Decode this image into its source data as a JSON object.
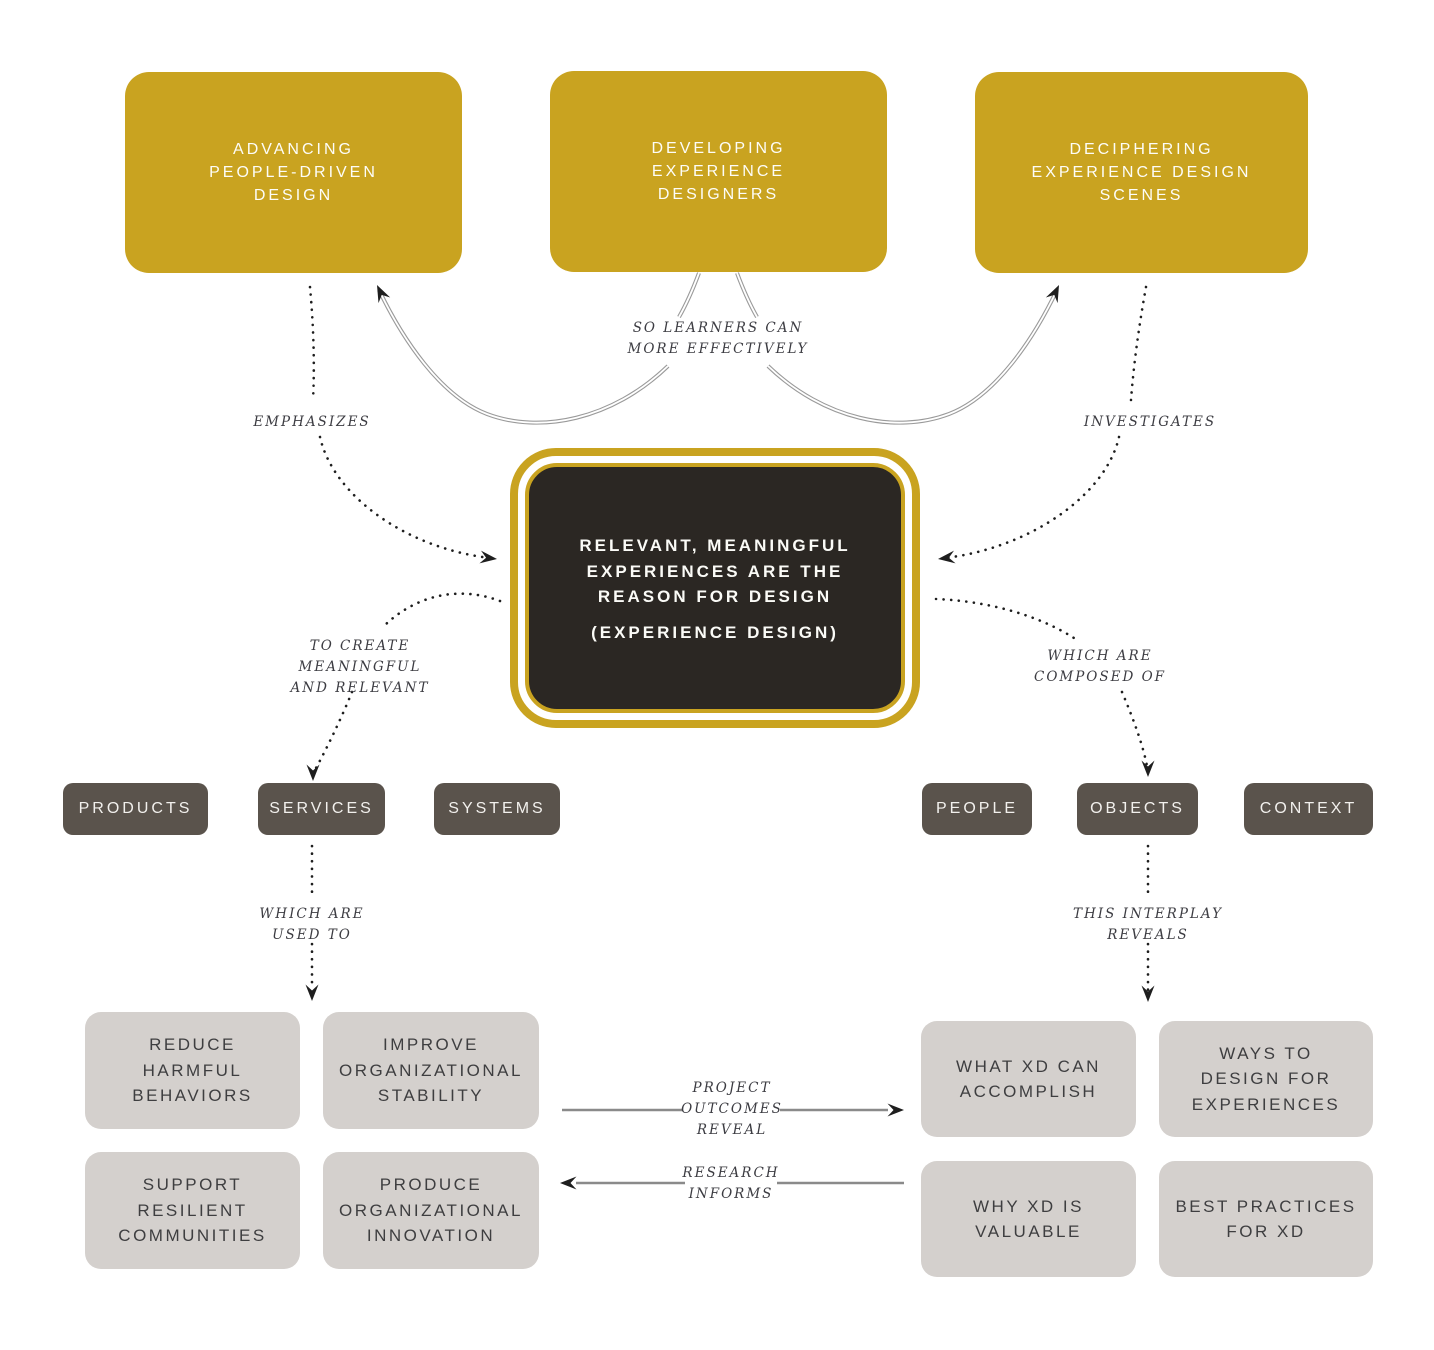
{
  "colors": {
    "gold": "#c9a320",
    "dark_box": "#2b2723",
    "dark_pill": "#5a534c",
    "light_box": "#d4d0cd",
    "label_text": "#3c3c42",
    "box_text_dark": "#3e3e40",
    "arrow_gray": "#9a9a9a",
    "arrow_dark": "#1e1e1e"
  },
  "nodes": {
    "advancing": {
      "label": "ADVANCING\nPEOPLE-DRIVEN\nDESIGN"
    },
    "developing": {
      "label": "DEVELOPING\nEXPERIENCE\nDESIGNERS"
    },
    "deciphering": {
      "label": "DECIPHERING\nEXPERIENCE DESIGN\nSCENES"
    },
    "center": {
      "title": "RELEVANT, MEANINGFUL\nEXPERIENCES ARE THE\nREASON FOR DESIGN",
      "subtitle": "(EXPERIENCE DESIGN)"
    },
    "pills_left": [
      {
        "label": "PRODUCTS"
      },
      {
        "label": "SERVICES"
      },
      {
        "label": "SYSTEMS"
      }
    ],
    "pills_right": [
      {
        "label": "PEOPLE"
      },
      {
        "label": "OBJECTS"
      },
      {
        "label": "CONTEXT"
      }
    ],
    "outcomes_left": [
      {
        "label": "REDUCE\nHARMFUL\nBEHAVIORS"
      },
      {
        "label": "IMPROVE\nORGANIZATIONAL\nSTABILITY"
      },
      {
        "label": "SUPPORT\nRESILIENT\nCOMMUNITIES"
      },
      {
        "label": "PRODUCE\nORGANIZATIONAL\nINNOVATION"
      }
    ],
    "outcomes_right": [
      {
        "label": "WHAT XD CAN\nACCOMPLISH"
      },
      {
        "label": "WAYS TO\nDESIGN FOR\nEXPERIENCES"
      },
      {
        "label": "WHY XD IS\nVALUABLE"
      },
      {
        "label": "BEST PRACTICES\nFOR XD"
      }
    ]
  },
  "connector_labels": {
    "emphasizes": "EMPHASIZES",
    "so_learners": "SO LEARNERS CAN\nMORE EFFECTIVELY",
    "investigates": "INVESTIGATES",
    "to_create": "TO CREATE\nMEANINGFUL\nAND RELEVANT",
    "which_composed": "WHICH ARE\nCOMPOSED OF",
    "which_used": "WHICH ARE\nUSED TO",
    "this_interplay": "THIS INTERPLAY\nREVEALS",
    "project_outcomes": "PROJECT\nOUTCOMES\nREVEAL",
    "research_informs": "RESEARCH\nINFORMS"
  }
}
